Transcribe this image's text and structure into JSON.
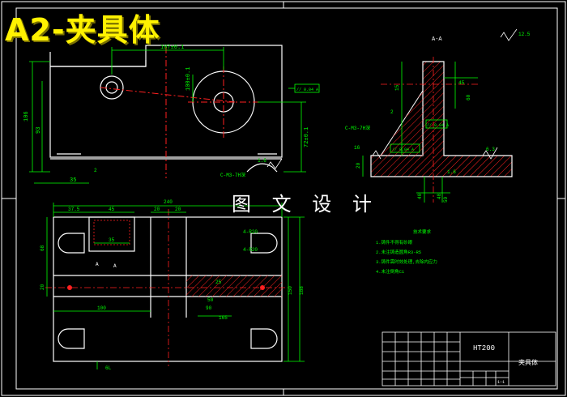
{
  "header": {
    "title": "A2-夹具体"
  },
  "watermark": {
    "text": "图 文 设 计"
  },
  "colors": {
    "outline": "#ffffff",
    "dimension": "#00ff00",
    "centerline": "#ff2020",
    "hatch": "#ff2020",
    "annotation": "#ffffff",
    "title": "#fff200"
  },
  "front_view": {
    "dim_top": "107±0.1",
    "dim_hole_v": "100±0.1",
    "dim_height_left": "106",
    "dim_height_inner": "93",
    "dim_bottom_left": "35",
    "dim_right": "72±0.1",
    "roughness_label": "1.6",
    "tolerance_frame": "// 0.04 A",
    "note_c": "C-M3-7H深",
    "note_2": "2"
  },
  "section_view": {
    "title": "A-A",
    "roughness_corner": "12.5",
    "dim_top_r": "45",
    "dim_v_r": "60",
    "dim_15": "15",
    "dim_20_left": "20",
    "dim_40": "40",
    "dim_48": "48",
    "dim_59": "59",
    "dim_16": "16",
    "dim_6_3": "6.3",
    "note_c": "C-M3-7H深",
    "note_2": "2",
    "tol_a": "// 0.04 A",
    "tol_b": "// 0.04 A",
    "roughness_1_6": "1.6"
  },
  "top_view": {
    "dim_total": "240",
    "dim_37_5": "37.5",
    "dim_45": "45",
    "dim_20_a": "20",
    "dim_20_b": "20",
    "dim_35": "35",
    "dim_68": "68",
    "dim_20_left": "20",
    "dim_100": "100",
    "dim_90": "90",
    "dim_25": "25",
    "dim_165": "165",
    "dim_50": "50",
    "dim_4_r20_a": "4-R20",
    "dim_4_r20_b": "4-R20",
    "dim_150": "150",
    "dim_188": "188",
    "section_mark_a": "A",
    "section_mark_a2": "A",
    "dim_bottom": "6L"
  },
  "notes": {
    "heading": "技术要求",
    "lines": [
      "1.铸件不得有砂眼",
      "2.未注铸造圆角R3-R5",
      "3.铸件需时效处理,去除内应力",
      "4.未注倒角C1"
    ]
  },
  "title_block": {
    "material": "HT200",
    "name": "夹具体",
    "scale": "1:1"
  }
}
